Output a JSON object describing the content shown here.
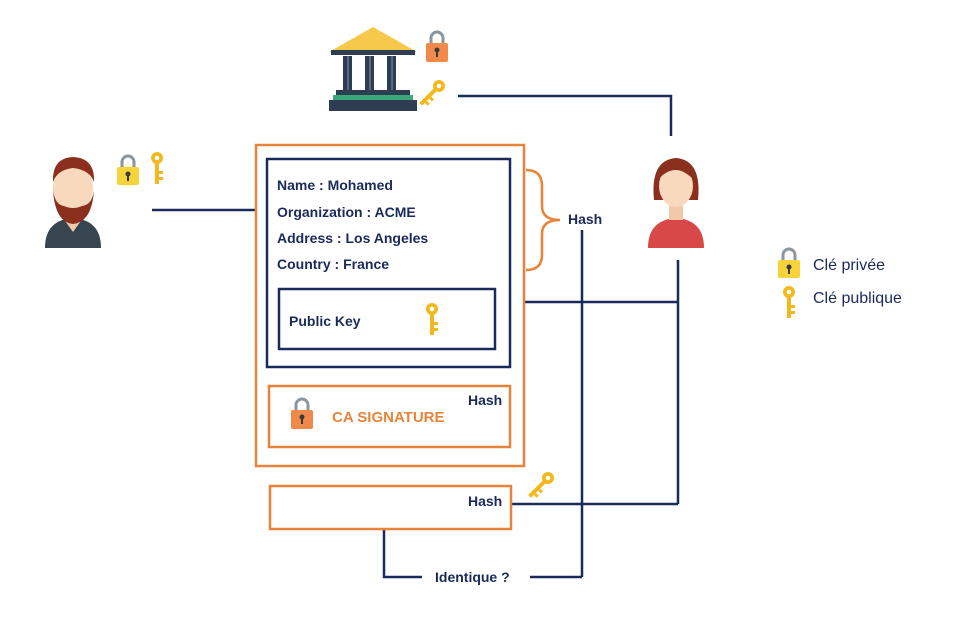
{
  "certificate": {
    "fields": [
      {
        "label": "Name :",
        "value": "Mohamed"
      },
      {
        "label": "Organization :",
        "value": "ACME"
      },
      {
        "label": "Address :",
        "value": "Los Angeles"
      },
      {
        "label": "Country :",
        "value": "France"
      }
    ],
    "public_key_label": "Public Key",
    "signature_label": "CA SIGNATURE",
    "signature_hash_label": "Hash"
  },
  "hash_brace_label": "Hash",
  "computed_hash_label": "Hash",
  "compare_label": "Identique ?",
  "legend": {
    "private_key": "Clé privée",
    "public_key": "Clé publique"
  },
  "colors": {
    "navy": "#1a2a5a",
    "orange": "#e8843a",
    "gold": "#f2b91f",
    "lock_yellow": "#f6d33b",
    "lock_orange": "#f0894a",
    "shackle_grey": "#8a96a0"
  },
  "icons": [
    "bank-icon",
    "man-avatar-icon",
    "woman-avatar-icon",
    "padlock-icon",
    "key-icon"
  ]
}
